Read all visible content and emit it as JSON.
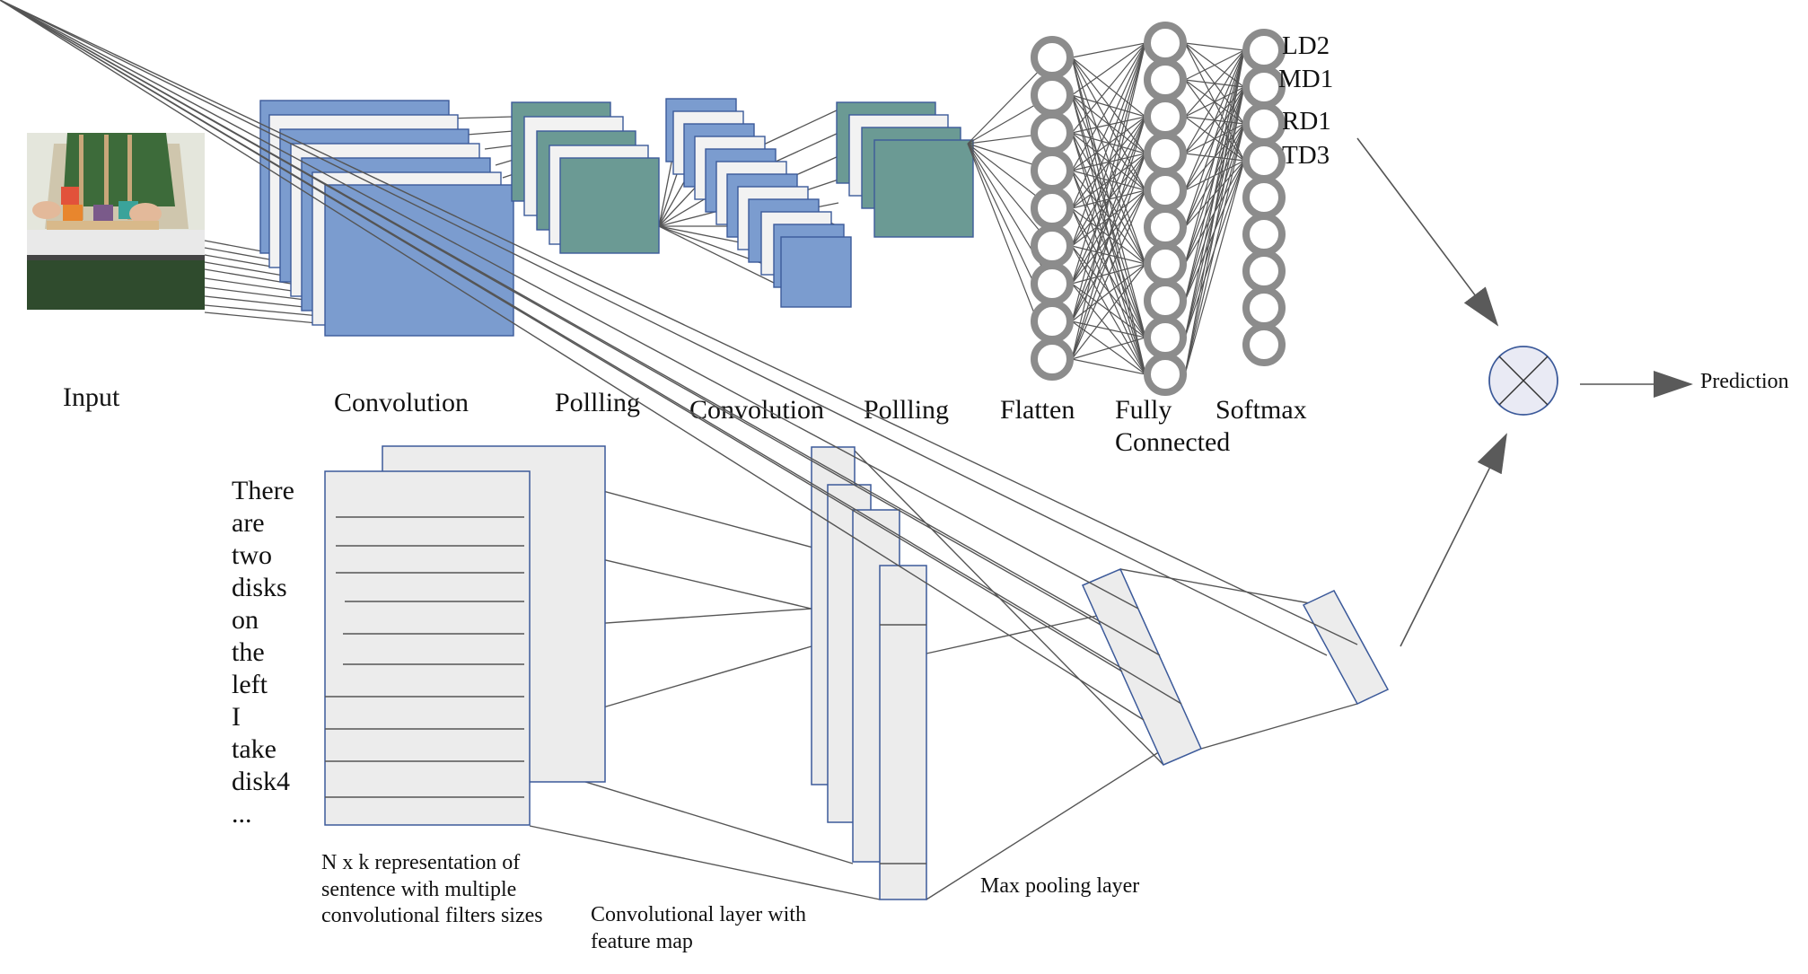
{
  "top_labels": {
    "input": "Input",
    "conv1": "Convolution",
    "pool1": "Pollling",
    "conv2": "Convolution",
    "pool2": "Pollling",
    "flatten": "Flatten",
    "fully_line1": "Fully",
    "fully_line2": "Connected",
    "softmax": "Softmax"
  },
  "output_classes": [
    "LD2",
    "MD1",
    "RD1",
    "TD3"
  ],
  "prediction": "Prediction",
  "sentence_words": [
    "There",
    "are",
    "two",
    "disks",
    "on",
    "the",
    "left",
    "I",
    "take",
    "disk4",
    "..."
  ],
  "bottom_labels": {
    "nxk_line1": "N x k representation of",
    "nxk_line2": "sentence with multiple",
    "nxk_line3": "convolutional filters sizes",
    "convlayer_line1": "Convolutional layer with",
    "convlayer_line2": "feature map",
    "maxpool": "Max pooling layer"
  },
  "colors": {
    "conv_fill": "#7b9ccf",
    "pool_fill": "#6b9a94",
    "layer_back": "#ececec",
    "edge": "#3c5a9a",
    "neuron": "#8c8c8c",
    "line": "#555555"
  },
  "icons": {
    "input_image": "input-photo",
    "fusion": "circle-times-icon"
  }
}
